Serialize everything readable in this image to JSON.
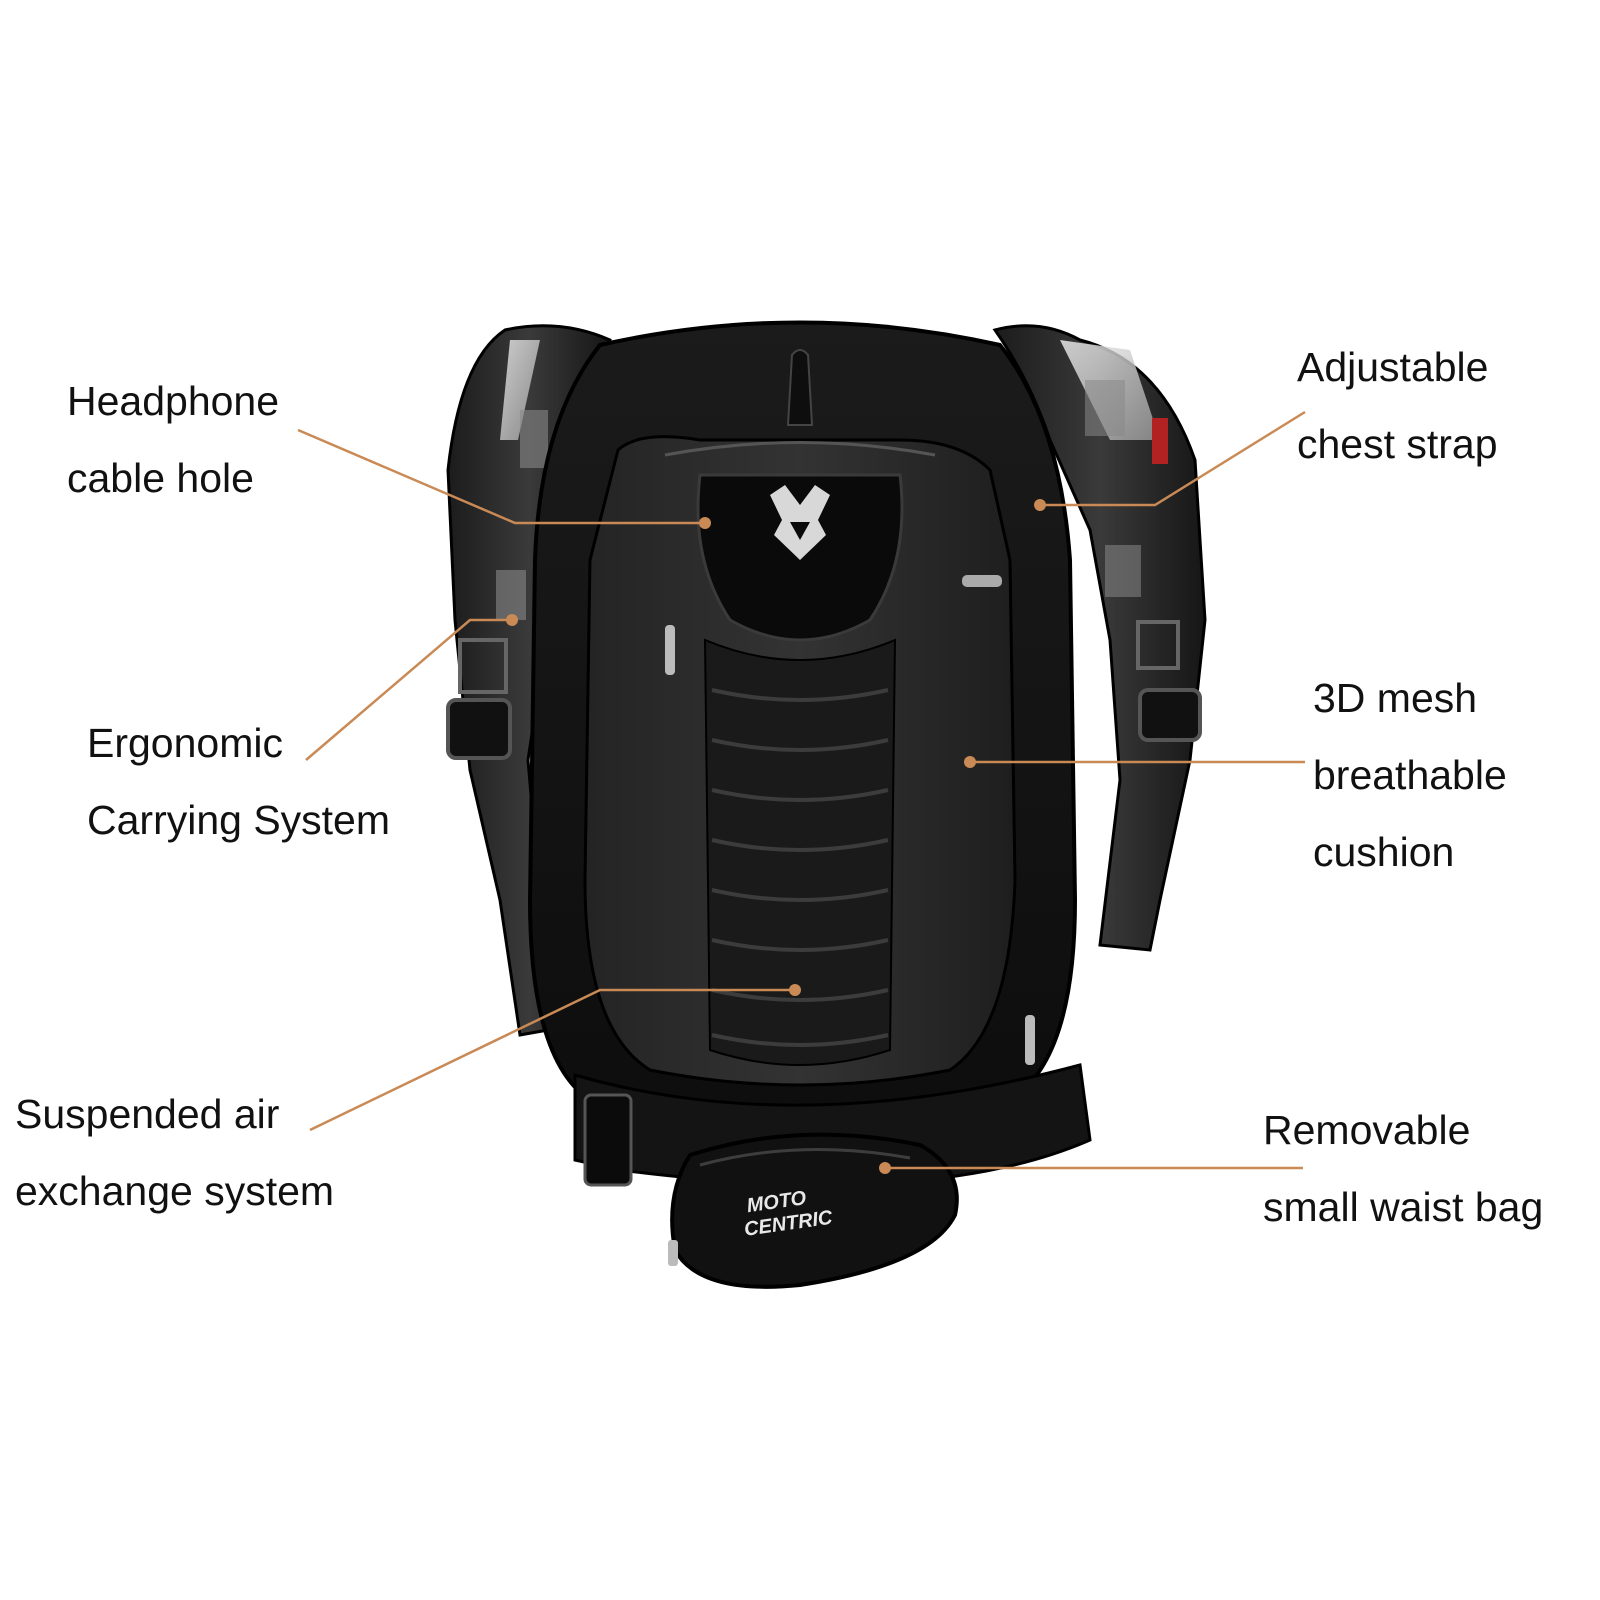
{
  "accent_color": "#c98a55",
  "callouts": {
    "headphone": [
      "Headphone",
      "cable hole"
    ],
    "ergonomic": [
      "Ergonomic",
      "Carrying System"
    ],
    "suspended": [
      "Suspended air",
      "exchange system"
    ],
    "chest": [
      "Adjustable",
      "chest strap"
    ],
    "mesh": [
      "3D mesh",
      "breathable",
      "cushion"
    ],
    "waist": [
      "Removable",
      "small waist bag"
    ]
  },
  "product": {
    "waist_bag_logo": [
      "MOTO",
      "CENTRIC"
    ]
  }
}
